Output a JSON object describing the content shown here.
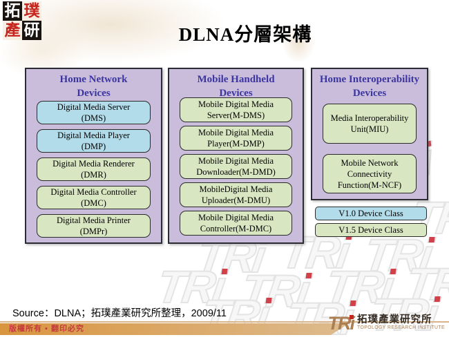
{
  "title": "DLNA分層架構",
  "source_note": "Source：DLNA；拓璞產業研究所整理，2009/11",
  "diagram": {
    "columns": [
      {
        "header": "Home Network\nDevices",
        "boxes": [
          {
            "label": "Digital Media Server\n(DMS)",
            "type": "blue"
          },
          {
            "label": "Digital Media Player\n(DMP)",
            "type": "blue"
          },
          {
            "label": "Digital Media Renderer\n(DMR)",
            "type": "green"
          },
          {
            "label": "Digital Media Controller\n(DMC)",
            "type": "green"
          },
          {
            "label": "Digital Media Printer\n(DMPr)",
            "type": "green"
          }
        ]
      },
      {
        "header": "Mobile Handheld\nDevices",
        "boxes": [
          {
            "label": "Mobile Digital Media\nServer(M-DMS)",
            "type": "green"
          },
          {
            "label": "Mobile Digital Media\nPlayer(M-DMP)",
            "type": "green"
          },
          {
            "label": "Mobile Digital Media\nDownloader(M-DMD)",
            "type": "green"
          },
          {
            "label": "MobileDigital Media\nUploader(M-DMU)",
            "type": "green"
          },
          {
            "label": "Mobile Digital Media\nController(M-DMC)",
            "type": "green"
          }
        ]
      },
      {
        "header": "Home Interoperability\nDevices",
        "boxes": [
          {
            "label": "Media Interoperability\nUnit(MIU)",
            "type": "green"
          },
          {
            "label": "Mobile Network\nConnectivity\nFunction(M-NCF)",
            "type": "green"
          }
        ]
      }
    ],
    "legend": [
      {
        "label": "V1.0 Device Class",
        "type": "blue"
      },
      {
        "label": "V1.5 Device Class",
        "type": "green"
      }
    ]
  },
  "branding": {
    "corner_logo_chars": [
      "拓",
      "璞",
      "產",
      "研"
    ],
    "watermark_text": "TRi",
    "footer_logo_text": "TRi",
    "footer_logo_cn": "拓璞產業研究所",
    "footer_logo_en": "TOPOLOGY RESEARCH INSTITUTE",
    "copyright_text": "版權所有 ▪ 翻印必究"
  },
  "colors": {
    "container": "#cabddc",
    "blue_box": "#b2dcea",
    "green_box": "#d9e6c2",
    "header_text": "#3b35a0",
    "bar_left": "#d9953f",
    "bar_right": "#ddbb8f",
    "accent_red": "#c5393f",
    "logo_tan": "#ab7f52"
  }
}
